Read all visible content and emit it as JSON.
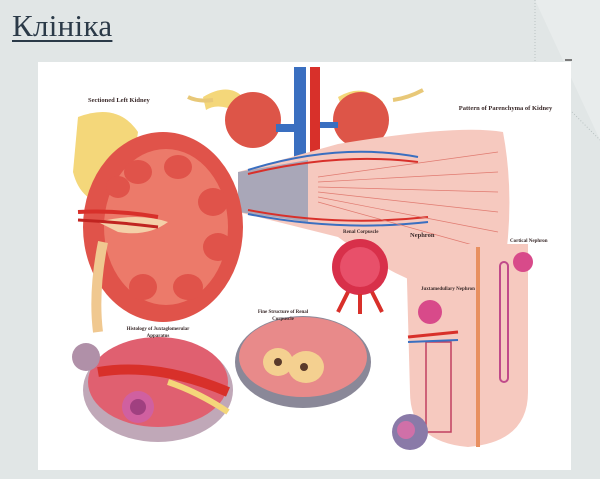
{
  "slide": {
    "title": "Клініка",
    "background_color": "#e1e6e6",
    "title_color": "#2b3a48"
  },
  "poster": {
    "kind": "anatomical-illustration",
    "subject": "kidney",
    "panels": {
      "sectioned_left_kidney": "Sectioned Left Kidney",
      "parenchyma": "Pattern of Parenchyma of Kidney",
      "renal_corpuscle": "Renal Corpuscle",
      "nephron": "Nephron",
      "cortical_nephron": "Cortical Nephron",
      "juxtamedullary_nephron": "Juxtamedullary Nephron",
      "fine_structure": "Fine Structure of Renal Corpuscle",
      "juxtaglomerular": "Histology of Juxtaglomerular Apparatus"
    },
    "colors": {
      "kidney": "#e0534a",
      "kidney_light": "#f08a78",
      "fat": "#f4d77a",
      "vein": "#3a6fc0",
      "artery": "#d8302a",
      "nephron_bg": "#f6c9bf",
      "gray_section": "#a9a7b8"
    }
  }
}
